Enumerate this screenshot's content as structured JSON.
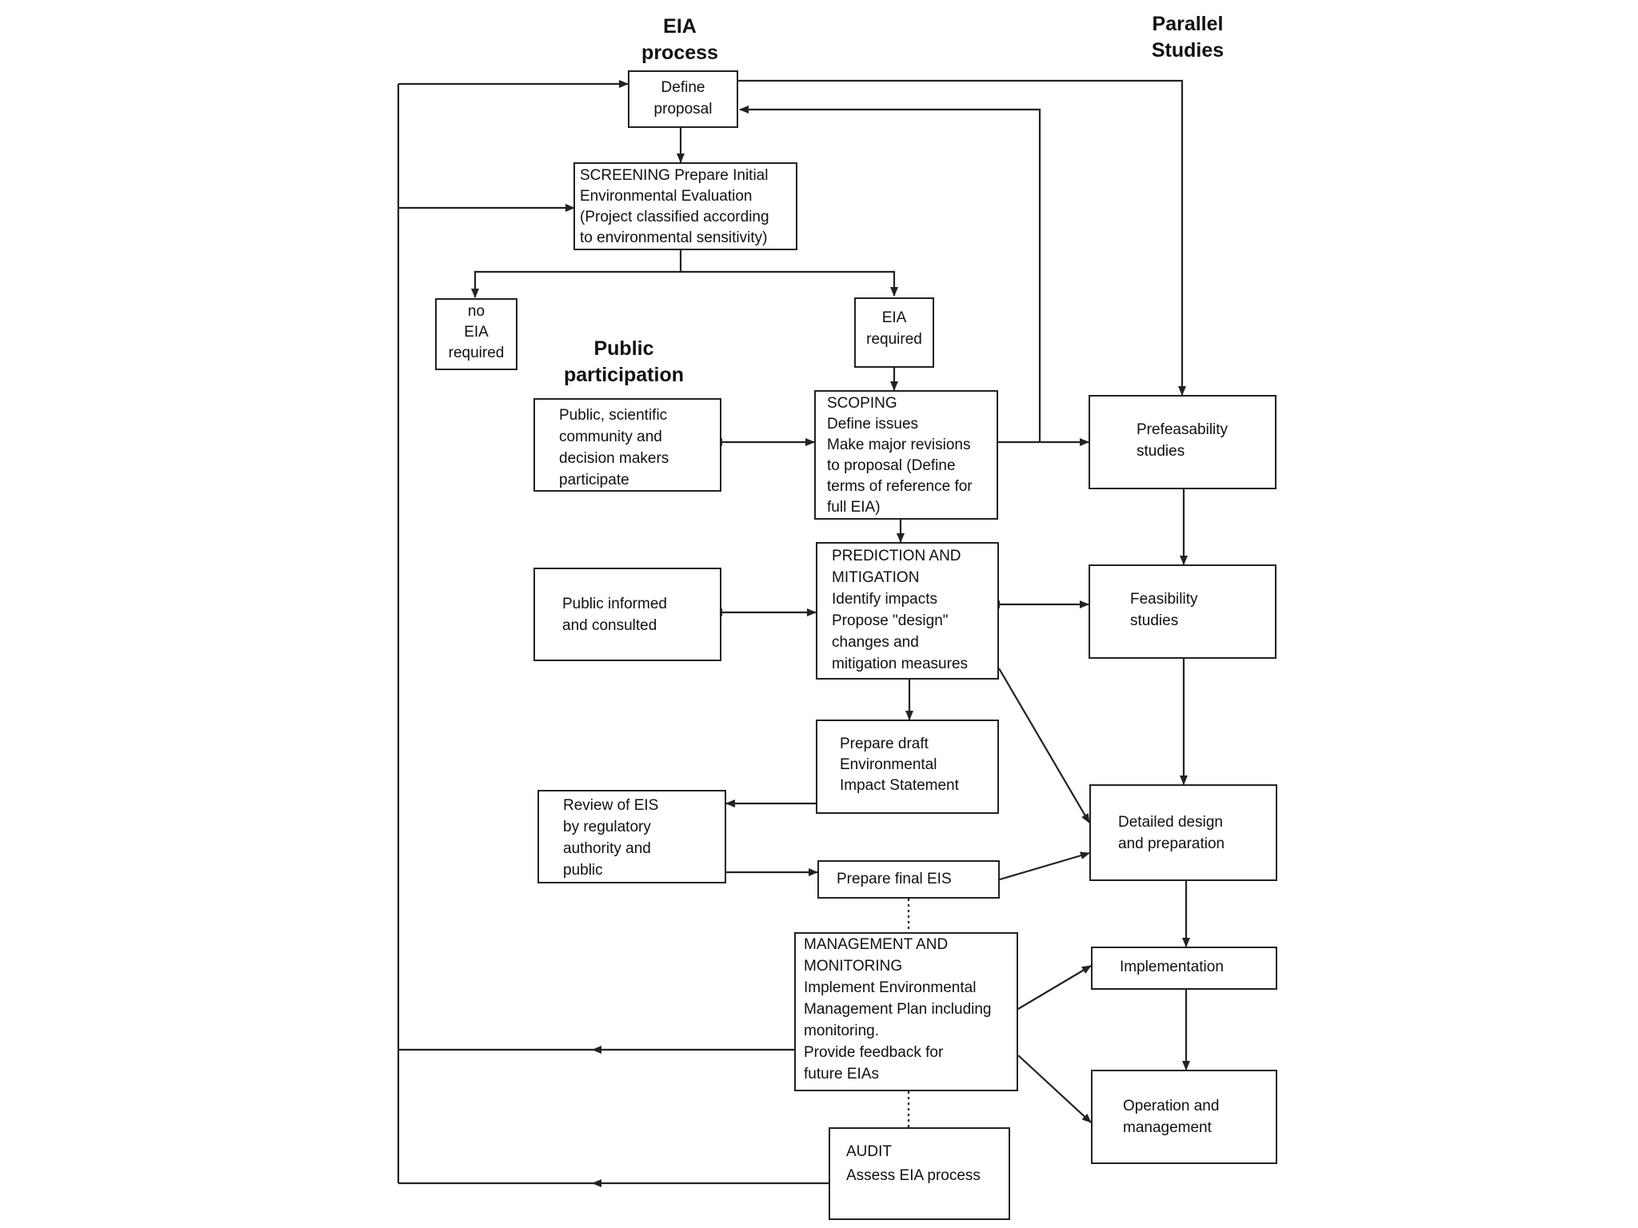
{
  "headers": {
    "eia_process": [
      "EIA",
      "process"
    ],
    "public_participation": [
      "Public",
      "participation"
    ],
    "parallel_studies": [
      "Parallel",
      "Studies"
    ]
  },
  "boxes": {
    "define_proposal": [
      "Define",
      "proposal"
    ],
    "screening": [
      "SCREENING Prepare Initial",
      "Environmental Evaluation",
      "(Project classified according",
      "to environmental sensitivity)"
    ],
    "no_eia": [
      "no",
      "EIA",
      "required"
    ],
    "eia_required": [
      "EIA",
      "required"
    ],
    "scoping": [
      "SCOPING",
      "Define issues",
      "Make major revisions",
      "to proposal (Define",
      "terms of reference for",
      "full EIA)"
    ],
    "public_scientific": [
      "Public, scientific",
      "community and",
      "decision makers",
      "participate"
    ],
    "prediction": [
      "PREDICTION AND",
      "MITIGATION",
      "Identify impacts",
      "Propose \"design\"",
      "changes and",
      "mitigation measures"
    ],
    "public_informed": [
      "Public informed",
      "and consulted"
    ],
    "draft_eis": [
      "Prepare draft",
      "Environmental",
      "Impact Statement"
    ],
    "review_eis": [
      "Review of EIS",
      "by regulatory",
      "authority and",
      "public"
    ],
    "final_eis": [
      "Prepare final EIS"
    ],
    "management": [
      "MANAGEMENT AND",
      "MONITORING",
      "Implement Environmental",
      "Management Plan including",
      "monitoring.",
      "Provide feedback for",
      "future EIAs"
    ],
    "audit": [
      "AUDIT",
      "Assess EIA process"
    ],
    "prefeasibility": [
      "Prefeasability",
      "studies"
    ],
    "feasibility": [
      "Feasibility",
      "studies"
    ],
    "detailed_design": [
      "Detailed design",
      "and preparation"
    ],
    "implementation": [
      "Implementation"
    ],
    "operation": [
      "Operation and",
      "management"
    ]
  }
}
